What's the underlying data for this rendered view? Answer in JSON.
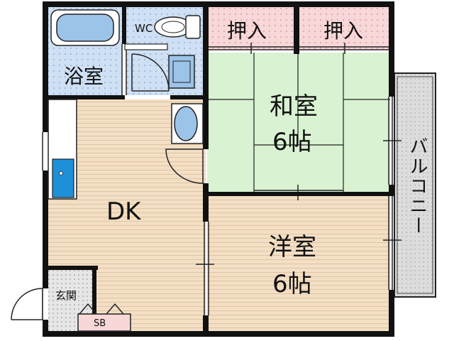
{
  "rooms": {
    "washitsu": {
      "name": "和室",
      "size": "6帖",
      "color": "#d9f2d2"
    },
    "yoshitsu": {
      "name": "洋室",
      "size": "6帖",
      "color": "#f3dfc5"
    },
    "dk": {
      "name": "DK",
      "color": "#f3dfc5"
    },
    "bath": {
      "name": "浴室",
      "color": "#cfe0f4"
    },
    "wc": {
      "name": "WC"
    },
    "closet_left": {
      "name": "押入",
      "color": "#f7d7d7"
    },
    "closet_right": {
      "name": "押入",
      "color": "#f7d7d7"
    },
    "entrance": {
      "name": "玄関"
    },
    "shoebox": {
      "name": "SB"
    }
  },
  "balcony": {
    "name": "バルコニー",
    "color": "#dcdcdc"
  },
  "colors": {
    "wall": "#111111",
    "sink": "#1e90d8"
  },
  "icons": [
    "bathtub-icon",
    "toilet-icon",
    "washbasin-icon",
    "sink-icon",
    "door-swing-icon",
    "fridge-space-icon"
  ]
}
